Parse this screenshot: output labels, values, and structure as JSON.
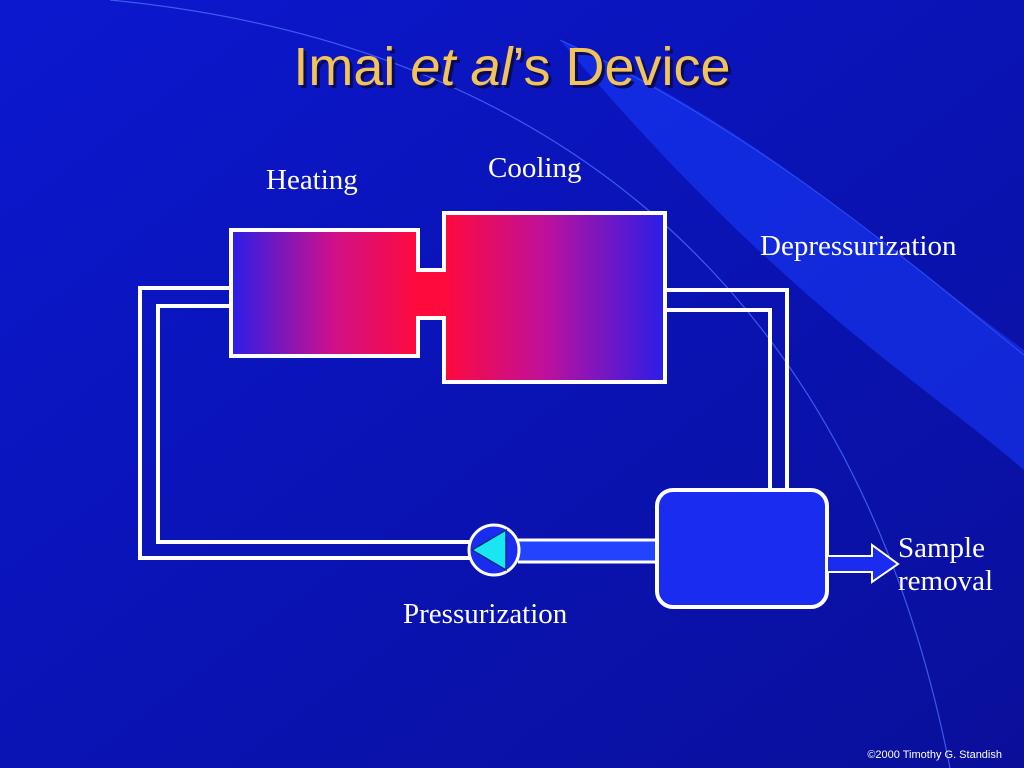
{
  "slide": {
    "title_part1": "Imai ",
    "title_italic": "et al",
    "title_part2": "’s Device",
    "footer": "©2000 Timothy G. Standish"
  },
  "diagram": {
    "labels": {
      "heating": "Heating",
      "cooling": "Cooling",
      "depressurization": "Depressurization",
      "pressurization": "Pressurization",
      "sample_line1": "Sample",
      "sample_line2": "removal"
    },
    "colors": {
      "background": "#0b16c8",
      "title": "#f2c35a",
      "hot": "#ff0a3c",
      "cold": "#2a1ee8",
      "pipe": "#ffffff",
      "pump": "#19e6f0"
    }
  }
}
